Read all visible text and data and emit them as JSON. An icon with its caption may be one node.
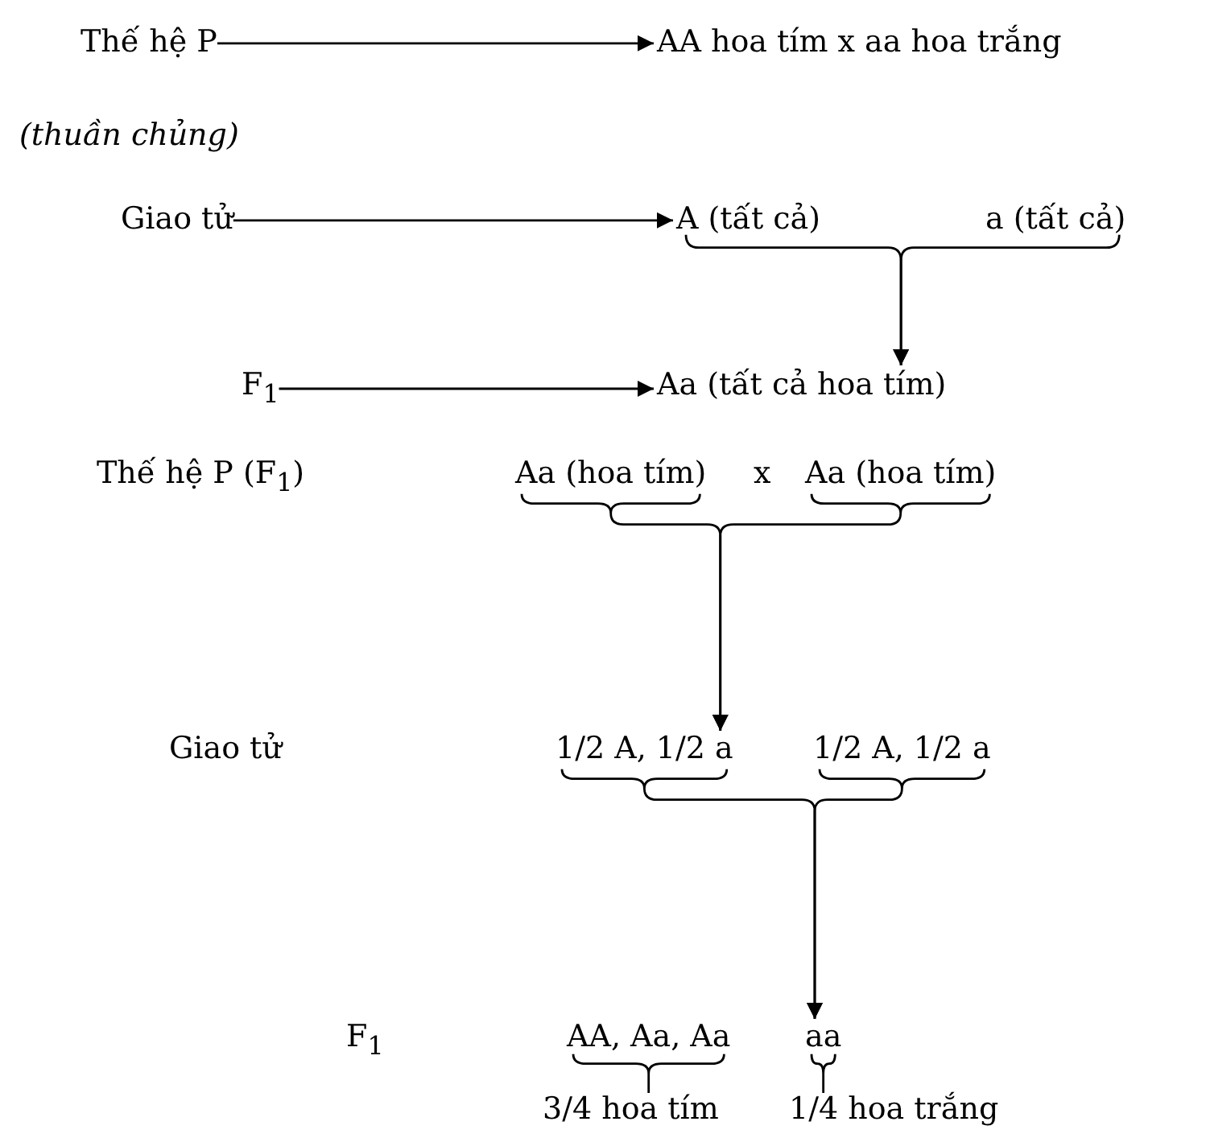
{
  "diagram": {
    "nodes": [
      {
        "text": [
          "Thế hệ P"
        ],
        "beside": [
          "(thuần chủng)"
        ]
      },
      {
        "text": [
          "AA hoa tím x aa hoa trắng"
        ]
      },
      {
        "text": [
          "Giao tử"
        ]
      },
      {
        "text": [
          "A (tất cả)"
        ]
      },
      {
        "text": [
          "a (tất cả)"
        ]
      },
      {
        "text": [
          "F$_{1}$"
        ]
      },
      {
        "text": [
          "Aa (tất cả hoa tím)"
        ]
      },
      {
        "text": [
          "Aa (hoa tím)"
        ]
      },
      {
        "text": [
          "Aa (hoa tím)"
        ]
      },
      {
        "text": [
          "1/2 A, 1/2 a"
        ]
      },
      {
        "text": [
          "1/2 A, 1/2 a"
        ]
      },
      {
        "text": [
          "AA, Aa, Aa"
        ]
      },
      {
        "text": [
          "aa"
        ]
      },
      {
        "text": [
          "3/4 hoa tím"
        ]
      },
      {
        "text": [
          "1/4 hoa trắng"
        ]
      }
    ],
    "edges": [
      {
        "from": 0,
        "to": 1,
        "arrow": "to"
      },
      {
        "from": 2,
        "to": 3,
        "arrow": "to"
      },
      {
        "from": 3,
        "to": 6,
        "arrow": "to"
      },
      {
        "from": 4,
        "to": 6,
        "arrow": "to"
      },
      {
        "from": 5,
        "to": 6,
        "arrow": "to"
      },
      {
        "from": 7,
        "to": 9,
        "arrow": "to"
      },
      {
        "from": 8,
        "to": 9,
        "arrow": "to"
      },
      {
        "from": 9,
        "to": 12,
        "arrow": "to"
      },
      {
        "from": 10,
        "to": 12,
        "arrow": "to"
      },
      {
        "from": 11,
        "to": 13,
        "arrow": "none"
      },
      {
        "from": 12,
        "to": 14,
        "arrow": "none"
      }
    ],
    "labels": [
      "Thế hệ P (F$_{1}$)",
      "x",
      "Giao tử",
      "F$_{1}$"
    ]
  }
}
